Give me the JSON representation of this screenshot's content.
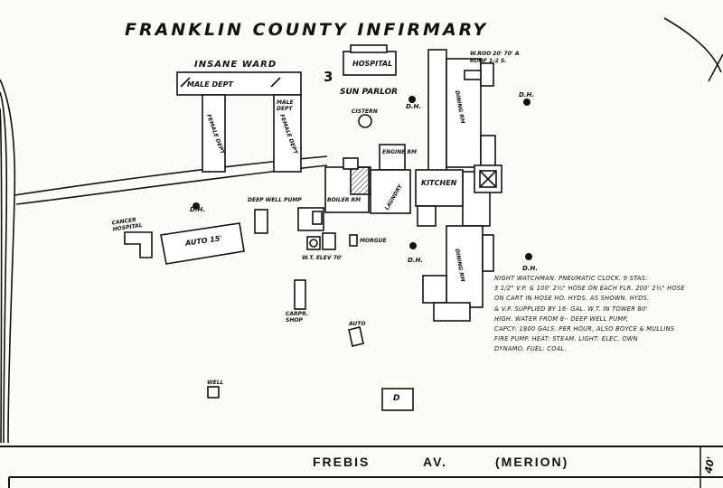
{
  "title": "FRANKLIN COUNTY INFIRMARY",
  "map_number": "3",
  "labels": {
    "insane_ward": "INSANE   WARD",
    "male_dept": "MALE DEPT",
    "male_dept_side": "MALE DEPT",
    "female_dept_left": "FEMALE DEPT",
    "female_dept_right": "FEMALE DEPT",
    "hospital": "HOSPITAL",
    "sun_parlor": "SUN PARLOR",
    "cistern": "CISTERN",
    "dh": "D.H.",
    "dining_rm_top": "DINING RM",
    "dining_rm_bottom": "DINING RM",
    "kitchen": "KITCHEN",
    "laundry": "LAUNDRY",
    "boiler": "BOILER RM",
    "engine_rm": "ENGINE RM",
    "deep_well_pump": "DEEP WELL PUMP",
    "cancer_hospital": "CANCER HOSPITAL",
    "auto_15": "AUTO 15'",
    "morgue": "MORGUE",
    "wt_elev": "W.T. ELEV 70'",
    "carpr_shop": "CARPR. SHOP",
    "auto_small": "AUTO",
    "well": "WELL",
    "d_small": "D",
    "roof_note_1": "W.ROO 20' 70' A",
    "roof_note_2": "ROOF 1-2 S."
  },
  "notes": [
    "NIGHT WATCHMAN. PNEUMATIC CLOCK. 9 STAS.",
    "3 1/2\" V.P. & 100' 2½\" HOSE ON EACH FLR. 200' 2½\" HOSE",
    "ON CART IN HOSE HO. HYDS. AS SHOWN. HYDS.",
    "& V.P. SUPPLIED BY 16· GAL. W.T. IN TOWER 80'",
    "HIGH. WATER FROM 8·· DEEP WELL PUMP,",
    "CAPCY: 1800 GALS. PER HOUR, ALSO BOYCE & MULLINS",
    "FIRE PUMP. HEAT: STEAM. LIGHT: ELEC. OWN",
    "DYNAMO. FUEL: COAL."
  ],
  "street": {
    "name": "FREBIS",
    "suffix": "AV.",
    "alt": "(MERION)",
    "width": "40'"
  }
}
